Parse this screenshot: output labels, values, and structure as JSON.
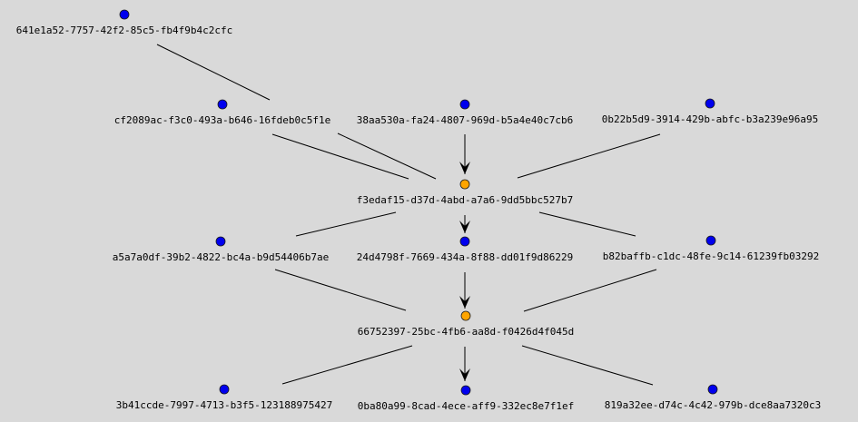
{
  "colors": {
    "background": "#d9d9d9",
    "node_default": "#0000ee",
    "node_highlight": "#ffa500",
    "edge": "#000000"
  },
  "nodes": [
    {
      "id": "641e1a52-7757-42f2-85c5-fb4f9b4c2cfc",
      "state": "default"
    },
    {
      "id": "cf2089ac-f3c0-493a-b646-16fdeb0c5f1e",
      "state": "default"
    },
    {
      "id": "38aa530a-fa24-4807-969d-b5a4e40c7cb6",
      "state": "default"
    },
    {
      "id": "0b22b5d9-3914-429b-abfc-b3a239e96a95",
      "state": "default"
    },
    {
      "id": "f3edaf15-d37d-4abd-a7a6-9dd5bbc527b7",
      "state": "highlight"
    },
    {
      "id": "a5a7a0df-39b2-4822-bc4a-b9d54406b7ae",
      "state": "default"
    },
    {
      "id": "24d4798f-7669-434a-8f88-dd01f9d86229",
      "state": "default"
    },
    {
      "id": "b82baffb-c1dc-48fe-9c14-61239fb03292",
      "state": "default"
    },
    {
      "id": "66752397-25bc-4fb6-aa8d-f0426d4f045d",
      "state": "highlight"
    },
    {
      "id": "3b41ccde-7997-4713-b3f5-123188975427",
      "state": "default"
    },
    {
      "id": "0ba80a99-8cad-4ece-aff9-332ec8e7f1ef",
      "state": "default"
    },
    {
      "id": "819a32ee-d74c-4c42-979b-dce8aa7320c3",
      "state": "default"
    }
  ],
  "edges": [
    {
      "from": "641e1a52-7757-42f2-85c5-fb4f9b4c2cfc",
      "to": "cf2089ac-f3c0-493a-b646-16fdeb0c5f1e",
      "arrow": false
    },
    {
      "from": "cf2089ac-f3c0-493a-b646-16fdeb0c5f1e",
      "to": "f3edaf15-d37d-4abd-a7a6-9dd5bbc527b7",
      "arrow": false
    },
    {
      "from": "38aa530a-fa24-4807-969d-b5a4e40c7cb6",
      "to": "f3edaf15-d37d-4abd-a7a6-9dd5bbc527b7",
      "arrow": true
    },
    {
      "from": "0b22b5d9-3914-429b-abfc-b3a239e96a95",
      "to": "f3edaf15-d37d-4abd-a7a6-9dd5bbc527b7",
      "arrow": false
    },
    {
      "from": "f3edaf15-d37d-4abd-a7a6-9dd5bbc527b7",
      "to": "a5a7a0df-39b2-4822-bc4a-b9d54406b7ae",
      "arrow": false
    },
    {
      "from": "f3edaf15-d37d-4abd-a7a6-9dd5bbc527b7",
      "to": "24d4798f-7669-434a-8f88-dd01f9d86229",
      "arrow": true
    },
    {
      "from": "f3edaf15-d37d-4abd-a7a6-9dd5bbc527b7",
      "to": "b82baffb-c1dc-48fe-9c14-61239fb03292",
      "arrow": false
    },
    {
      "from": "a5a7a0df-39b2-4822-bc4a-b9d54406b7ae",
      "to": "66752397-25bc-4fb6-aa8d-f0426d4f045d",
      "arrow": false
    },
    {
      "from": "24d4798f-7669-434a-8f88-dd01f9d86229",
      "to": "66752397-25bc-4fb6-aa8d-f0426d4f045d",
      "arrow": true
    },
    {
      "from": "b82baffb-c1dc-48fe-9c14-61239fb03292",
      "to": "66752397-25bc-4fb6-aa8d-f0426d4f045d",
      "arrow": false
    },
    {
      "from": "66752397-25bc-4fb6-aa8d-f0426d4f045d",
      "to": "3b41ccde-7997-4713-b3f5-123188975427",
      "arrow": false
    },
    {
      "from": "66752397-25bc-4fb6-aa8d-f0426d4f045d",
      "to": "0ba80a99-8cad-4ece-aff9-332ec8e7f1ef",
      "arrow": true
    },
    {
      "from": "66752397-25bc-4fb6-aa8d-f0426d4f045d",
      "to": "819a32ee-d74c-4c42-979b-dce8aa7320c3",
      "arrow": false
    }
  ]
}
